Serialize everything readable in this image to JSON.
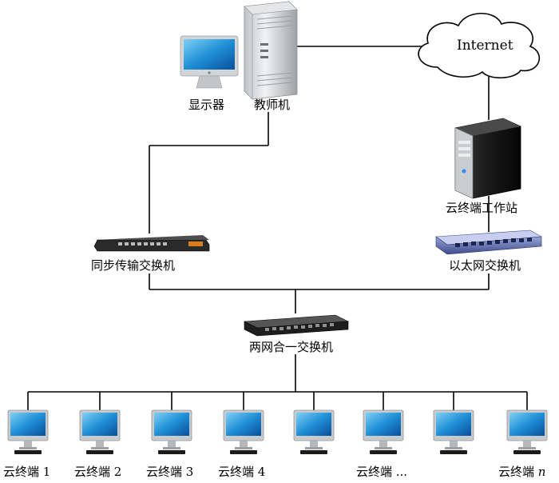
{
  "nodes": {
    "monitor": "显示器",
    "teacher": "教师机",
    "internet": "Internet",
    "workstation": "云终端工作站",
    "sync_switch": "同步传输交换机",
    "ethernet_switch": "以太网交换机",
    "combined_switch": "两网合一交换机"
  },
  "terminals": [
    {
      "label": "云终端 1"
    },
    {
      "label": "云终端 2"
    },
    {
      "label": "云终端 3"
    },
    {
      "label": "云终端 4"
    },
    {
      "label": ""
    },
    {
      "label": "云终端 ..."
    },
    {
      "label": ""
    },
    {
      "label": "云终端",
      "suffix": "n"
    }
  ]
}
